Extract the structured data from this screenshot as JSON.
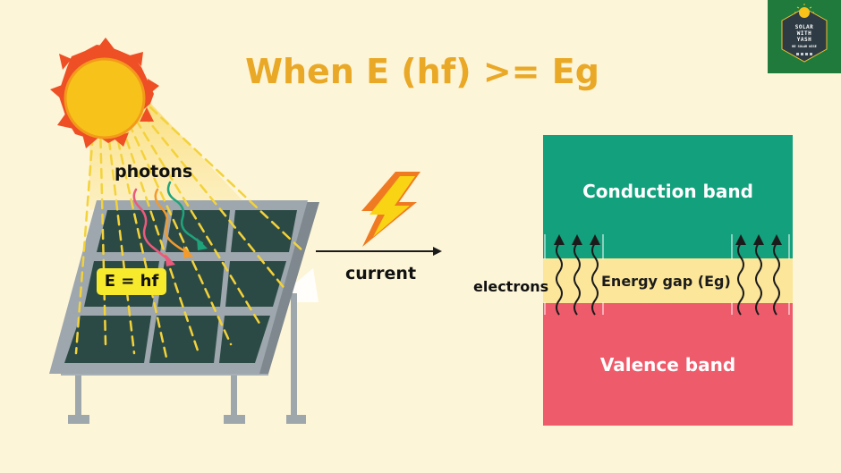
{
  "title": "When E (hf) >= Eg",
  "labels": {
    "photons": "photons",
    "energy": "E = hf",
    "current": "current",
    "electrons": "electrons"
  },
  "bands": {
    "conduction": "Conduction band",
    "gap": "Energy gap (Eg)",
    "valence": "Valence band"
  },
  "logo": {
    "line1": "SOLAR",
    "line2": "WITH",
    "line3": "YASH",
    "tagline": "BE SOLAR WISE"
  },
  "colors": {
    "background": "#fdf5d8",
    "title": "#e9a826",
    "conduction": "#13a07c",
    "gap": "#fbe69a",
    "valence": "#ee5c6c",
    "sun": "#f7c21a",
    "sun_rays": "#ee4f24",
    "panel_cell": "#2c4a45",
    "panel_frame": "#9da7ad",
    "bolt_outer": "#f07a22",
    "bolt_inner": "#f8d414",
    "logo_bg": "#1f7a3c"
  },
  "icons": [
    "sun-icon",
    "solar-panel-icon",
    "lightning-bolt-icon",
    "arrow-right-icon",
    "electron-arrow-icon",
    "logo-badge-icon"
  ]
}
